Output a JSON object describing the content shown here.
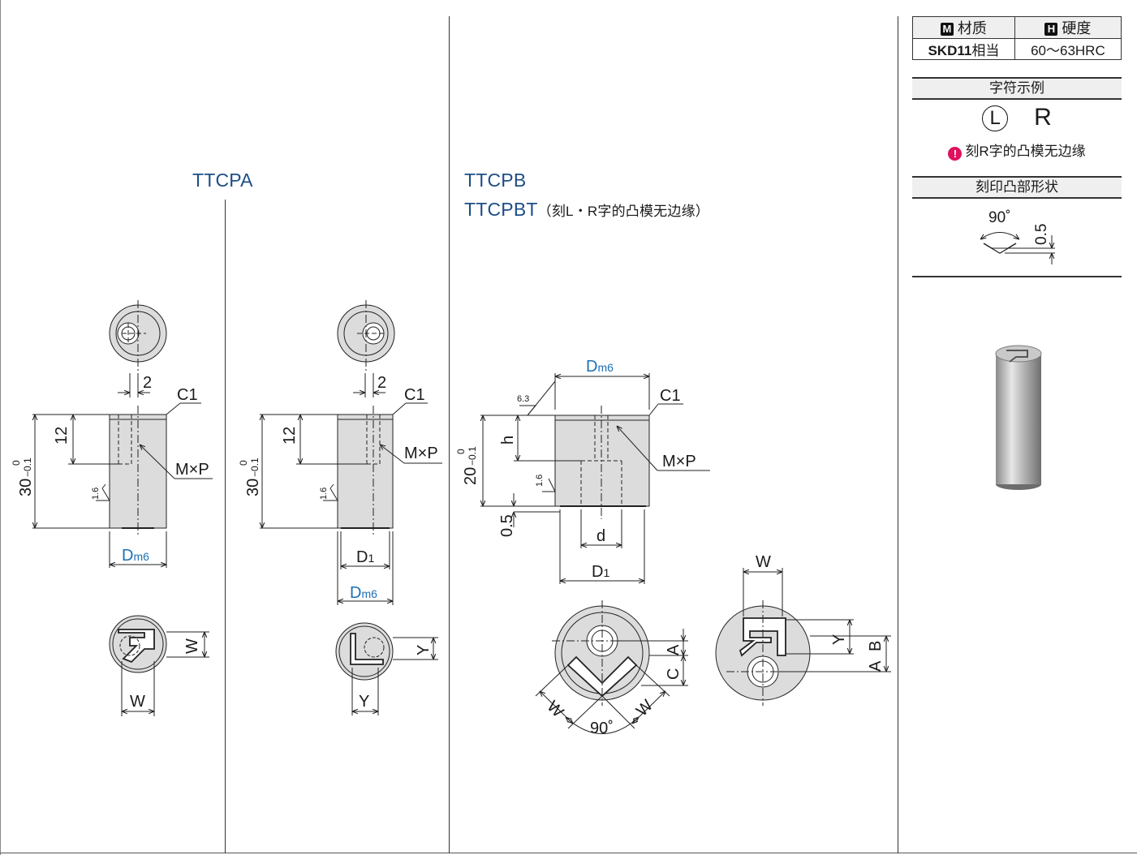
{
  "spec": {
    "material_badge": "M",
    "material_label": "材质",
    "hardness_badge": "H",
    "hardness_label": "硬度",
    "material_value": "SKD11",
    "material_suffix": "相当",
    "hardness_value": "60～63HRC"
  },
  "char_example": {
    "title": "字符示例",
    "left_char": "L",
    "right_char": "R",
    "note": "刻R字的凸模无边缘",
    "warn_icon": "!"
  },
  "stamp_shape": {
    "title": "刻印凸部形状",
    "angle": "90˚",
    "depth": "0.5"
  },
  "models": {
    "ttcpa": "TTCPA",
    "ttcpb": "TTCPB",
    "ttcpbt": "TTCPBT",
    "ttcpbt_note": "（刻L・R字的凸模无边缘）"
  },
  "dims": {
    "two": "2",
    "c1": "C1",
    "twelve": "12",
    "thirty": "30",
    "tol_upper": "0",
    "tol_lower": "−0.1",
    "mxp": "M×P",
    "rough16": "1.6",
    "rough63": "6.3",
    "d_main": "D",
    "d_sub": "m6",
    "d1_main": "D",
    "d1_sub": "1",
    "w": "W",
    "y": "Y",
    "h": "h",
    "twenty": "20",
    "half": "0.5",
    "d_small": "d",
    "a": "A",
    "b": "B",
    "c": "C",
    "ninety": "90˚"
  },
  "colors": {
    "accent_blue": "#1d4e86",
    "body_gray": "#dcdcdc"
  }
}
